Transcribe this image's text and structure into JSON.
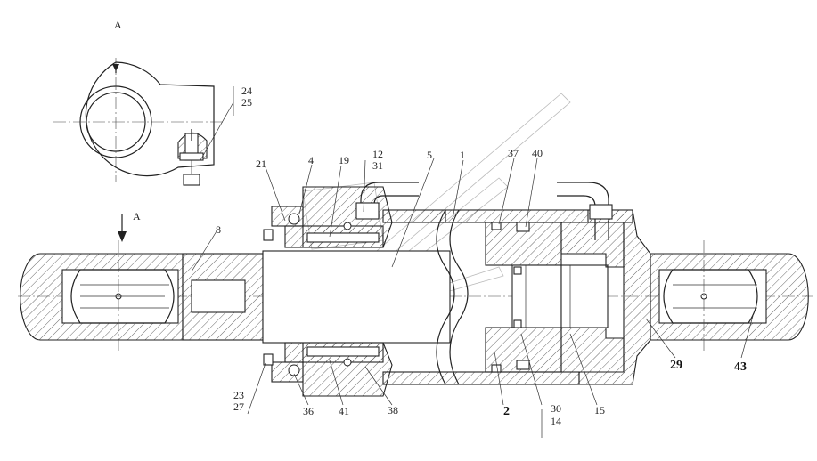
{
  "view_label": "A",
  "arrow_label": "A",
  "callouts": {
    "c24": "24",
    "c25": "25",
    "c21": "21",
    "c4": "4",
    "c19": "19",
    "c12": "12",
    "c31": "31",
    "c5": "5",
    "c1": "1",
    "c37": "37",
    "c40": "40",
    "c8": "8",
    "c23": "23",
    "c27": "27",
    "c36": "36",
    "c41": "41",
    "c38": "38",
    "c2": "2",
    "c30": "30",
    "c14": "14",
    "c15": "15",
    "c29": "29",
    "c43": "43"
  }
}
